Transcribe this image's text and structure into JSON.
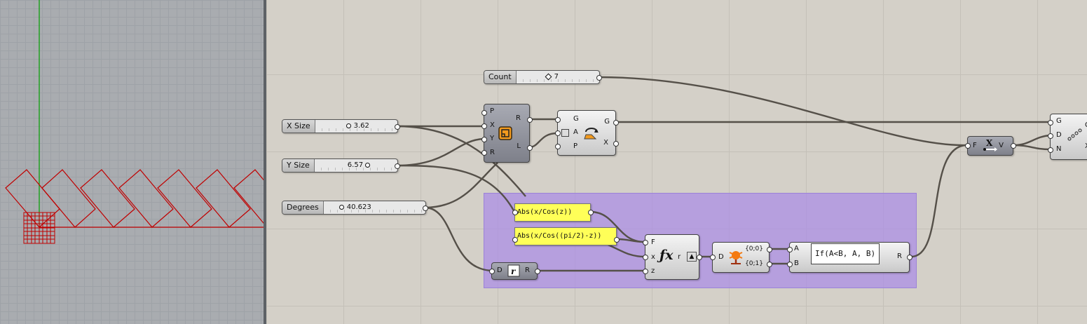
{
  "sliders": [
    {
      "id": "count",
      "label": "Count",
      "value": "7",
      "marker": "diamond"
    },
    {
      "id": "xsize",
      "label": "X Size",
      "value": "3.62",
      "marker": "circle"
    },
    {
      "id": "ysize",
      "label": "Y Size",
      "value": "6.57",
      "marker": "circle"
    },
    {
      "id": "degrees",
      "label": "Degrees",
      "value": "40.623",
      "marker": "circle"
    }
  ],
  "rect_component": {
    "inputs": [
      "P",
      "X",
      "Y",
      "R"
    ],
    "outputs": [
      "R",
      "L"
    ]
  },
  "rotate_component": {
    "inputs": [
      "G",
      "A",
      "P"
    ],
    "outputs": [
      "G",
      "X"
    ]
  },
  "panels": {
    "p1": "Abs(x/Cos(z))",
    "p2": "Abs(x/Cos((pi/2)-z))"
  },
  "radians_component": {
    "input": "D",
    "output": "R"
  },
  "eval_component": {
    "inputs": [
      "F",
      "x",
      "z"
    ],
    "output": "r"
  },
  "construct_domain": {
    "input": "D",
    "outputs": [
      "{0;0}",
      "{0;1}"
    ]
  },
  "expression": {
    "inputs": [
      "A",
      "B"
    ],
    "text": "If(A<B, A, B)",
    "output": "R"
  },
  "multiply_component": {
    "inputs": [
      "F"
    ],
    "output": "V"
  },
  "array_component": {
    "inputs": [
      "G",
      "D",
      "N"
    ],
    "outputs": [
      "G",
      "X"
    ]
  },
  "colors": {
    "canvas": "#d4d0c8",
    "group": "#b09ae6",
    "panel": "#ffff58",
    "viewport_curve": "#c00000",
    "axis": "#00a000"
  }
}
